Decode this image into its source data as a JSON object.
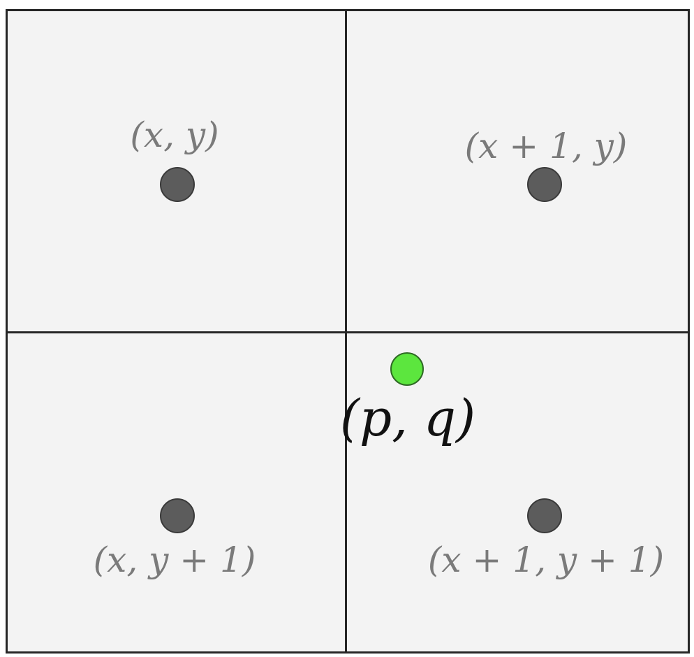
{
  "colors": {
    "cell_fill": "#f3f3f3",
    "grid_line": "#262626",
    "pixel_dot": "#5c5c5c",
    "sample_dot": "#5ce63e",
    "pixel_label": "#7a7a7a",
    "sample_label": "#111111"
  },
  "pixels": [
    {
      "id": "top-left",
      "label": "(x, y)"
    },
    {
      "id": "top-right",
      "label": "(x + 1, y)"
    },
    {
      "id": "bottom-left",
      "label": "(x, y + 1)"
    },
    {
      "id": "bottom-right",
      "label": "(x + 1, y + 1)"
    }
  ],
  "sample_point": {
    "label": "(p, q)"
  }
}
